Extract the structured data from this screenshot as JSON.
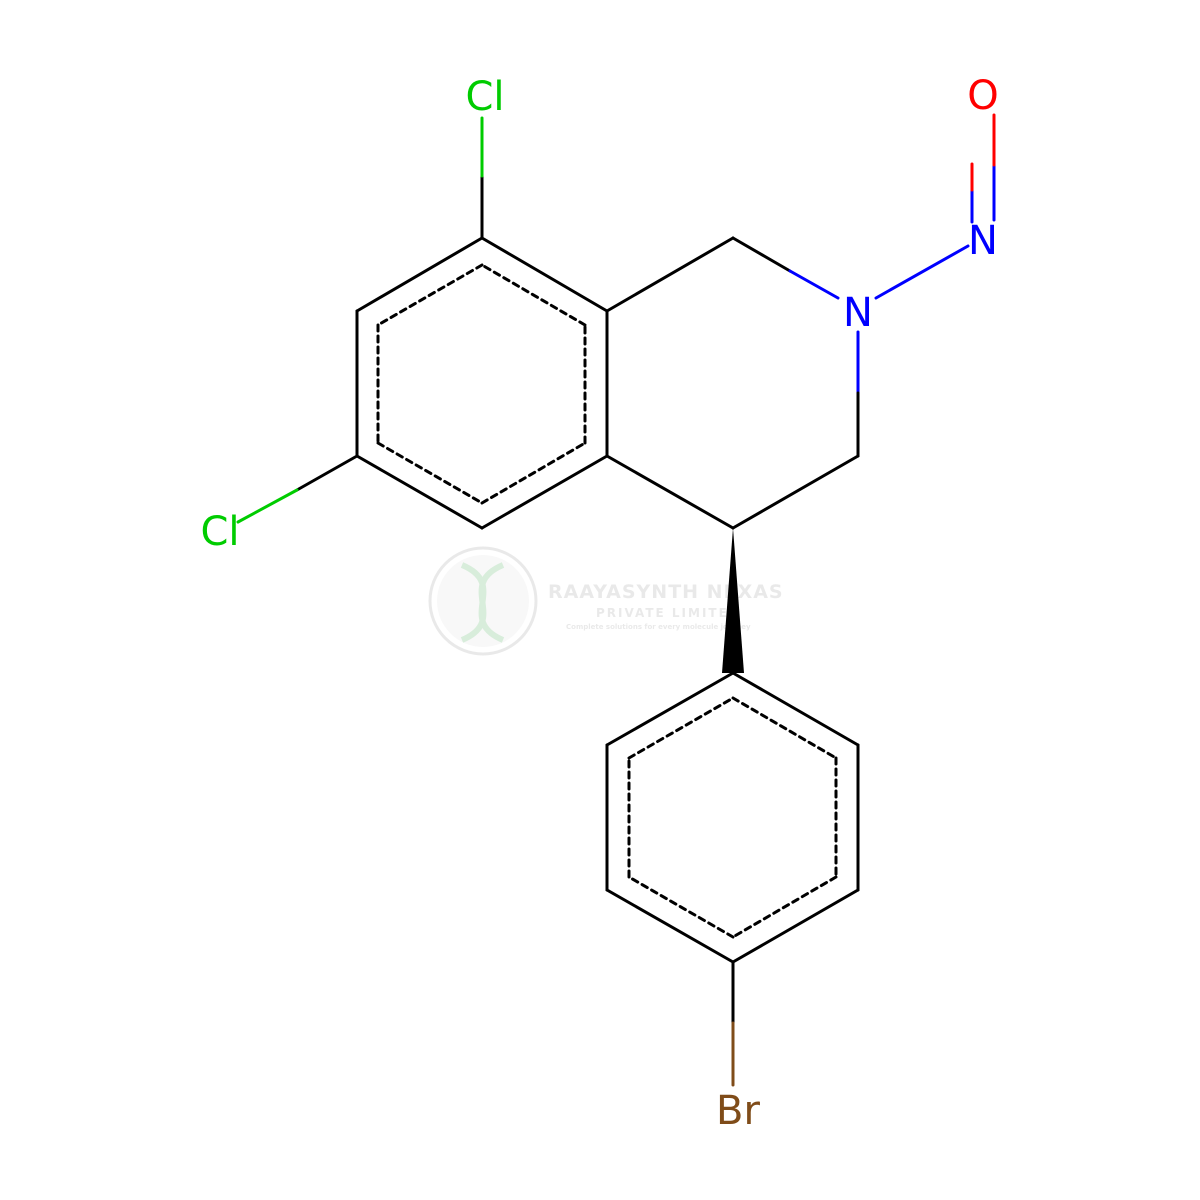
{
  "colors": {
    "bond": "#000000",
    "chlorine": "#00cc00",
    "nitrogen": "#0000ff",
    "oxygen": "#ff0000",
    "bromine": "#7f4c19",
    "watermark_green": "#2e9e3e",
    "watermark_gray": "#8a8a8a"
  },
  "atoms": {
    "cl_top": "Cl",
    "cl_left": "Cl",
    "n_ring": "N",
    "n_nitroso": "N",
    "o_nitroso": "O",
    "br": "Br"
  },
  "watermark": {
    "company": "RAAYASYNTH NEXAS",
    "subtitle": "PRIVATE LIMITED",
    "tagline": "Complete solutions for every molecule journey"
  }
}
